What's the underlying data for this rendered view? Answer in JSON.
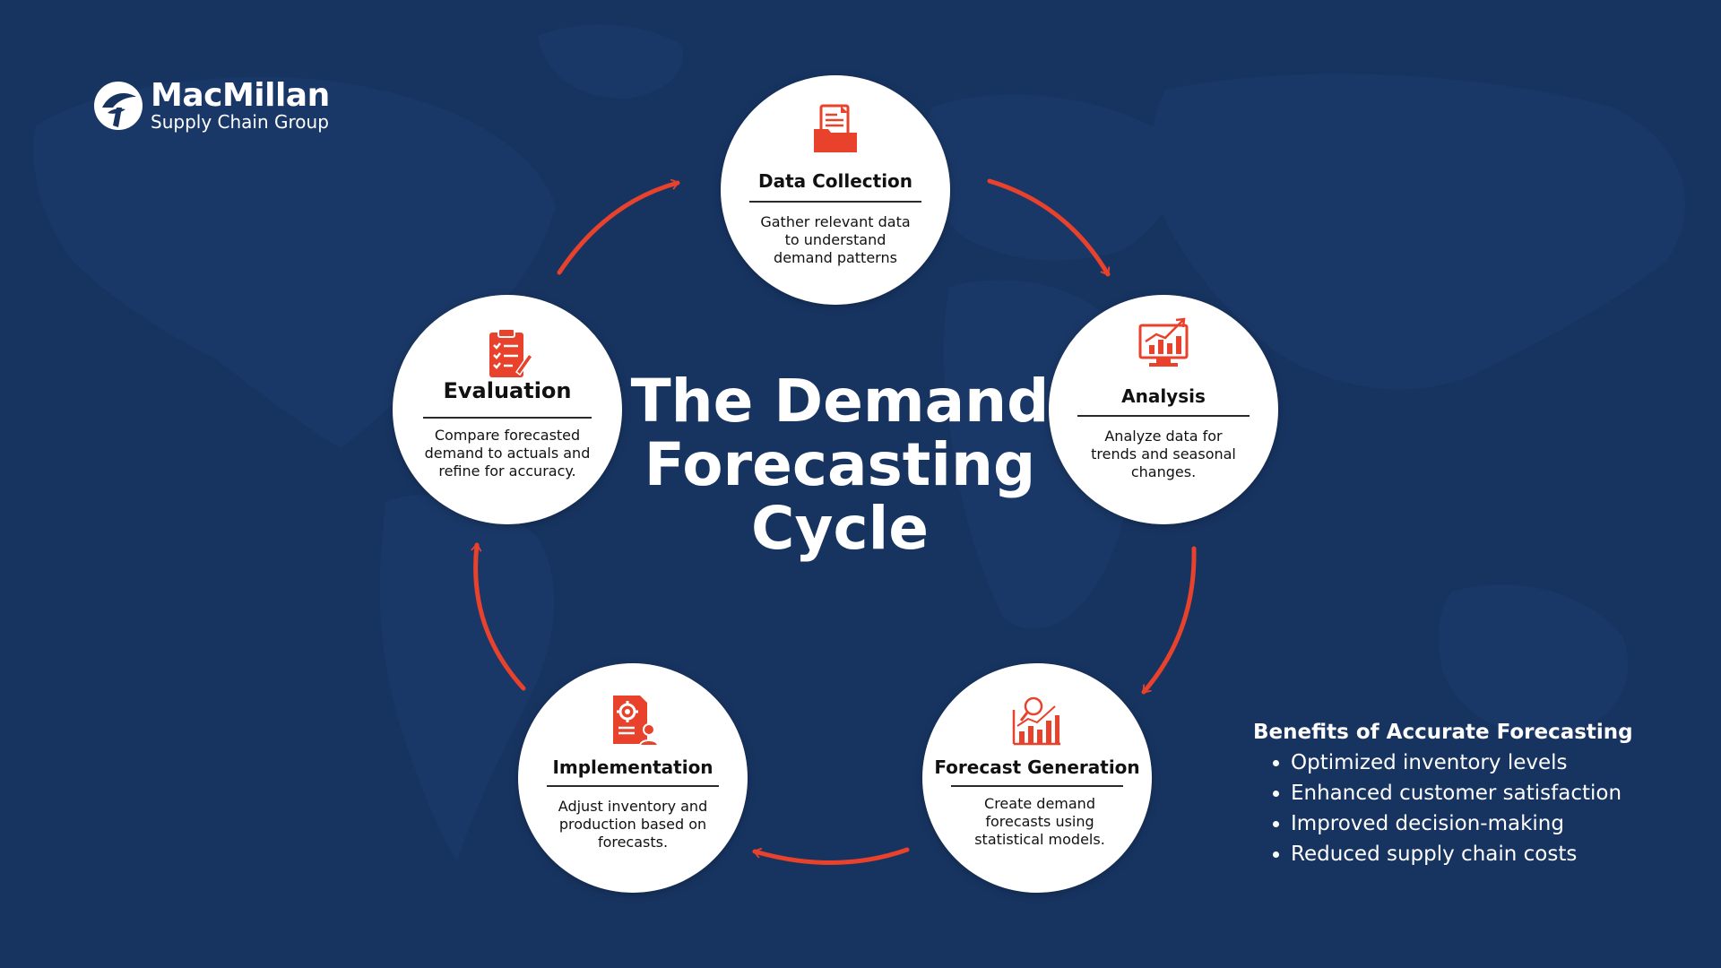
{
  "brand": {
    "name": "MacMillan",
    "tagline": "Supply Chain Group",
    "accent_color": "#e8412c",
    "background_color": "#173461"
  },
  "center_title": "The Demand Forecasting Cycle",
  "stages": [
    {
      "icon": "folder-document-icon",
      "title": "Data Collection",
      "description": "Gather relevant data to understand demand patterns"
    },
    {
      "icon": "analytics-monitor-icon",
      "title": "Analysis",
      "description": "Analyze data for trends and seasonal changes."
    },
    {
      "icon": "forecast-chart-icon",
      "title": "Forecast Generation",
      "description": "Create demand forecasts using statistical models."
    },
    {
      "icon": "settings-document-icon",
      "title": "Implementation",
      "description": "Adjust inventory and production based on forecasts."
    },
    {
      "icon": "clipboard-checklist-icon",
      "title": "Evaluation",
      "description": "Compare forecasted demand to actuals and refine for accuracy."
    }
  ],
  "benefits": {
    "title": "Benefits of Accurate Forecasting",
    "items": [
      "Optimized inventory levels",
      "Enhanced customer satisfaction",
      "Improved decision-making",
      "Reduced supply chain costs"
    ]
  }
}
